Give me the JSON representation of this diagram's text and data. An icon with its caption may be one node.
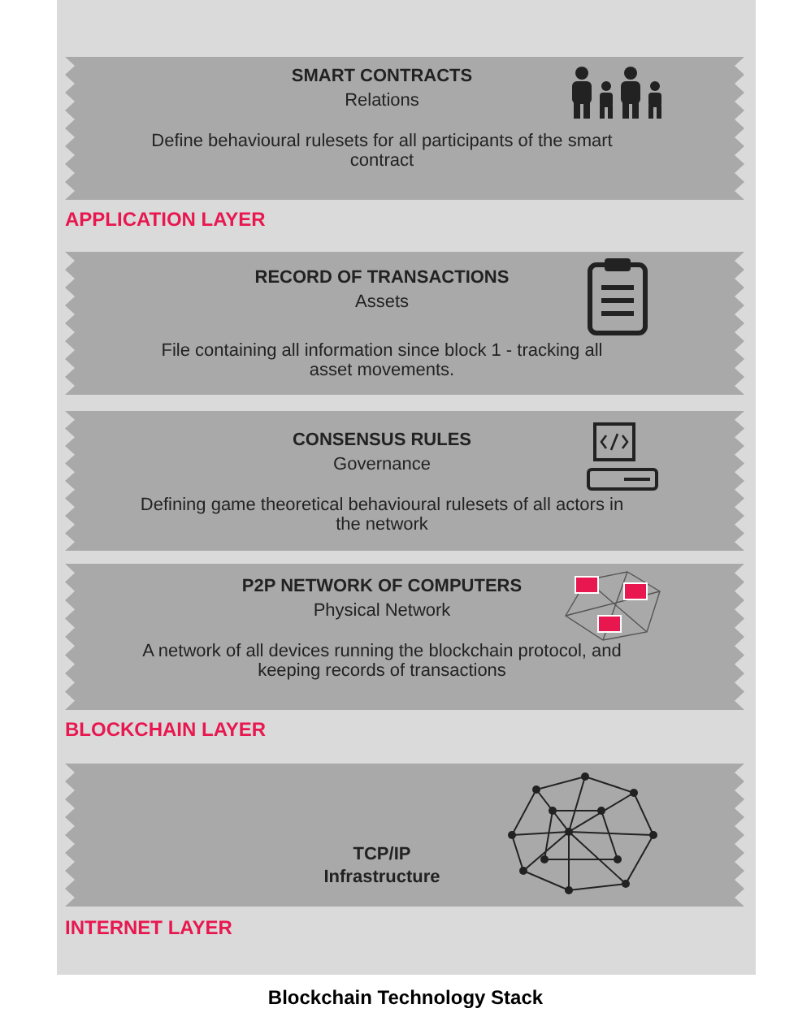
{
  "diagram": {
    "caption": "Blockchain Technology Stack",
    "nodes": [
      {
        "text": [
          "SMART CONTRACTS",
          "Relations",
          "Define behavioural rulesets  for all participants of the smart contract"
        ]
      },
      {
        "text": [
          "RECORD OF TRANSACTIONS",
          "Assets",
          "File containing all information since block 1 - tracking all asset movements."
        ]
      },
      {
        "text": [
          "CONSENSUS RULES",
          "Governance",
          "Defining game theoretical behavioural rulesets of all actors in the network"
        ]
      },
      {
        "text": [
          "P2P NETWORK OF COMPUTERS",
          "Physical Network",
          "A network of all devices running the blockchain protocol, and keeping records of transactions"
        ]
      },
      {
        "text": [
          "TCP/IP",
          "Infrastructure"
        ]
      }
    ],
    "labels": [
      "APPLICATION LAYER",
      "BLOCKCHAIN LAYER",
      "INTERNET LAYER"
    ]
  }
}
